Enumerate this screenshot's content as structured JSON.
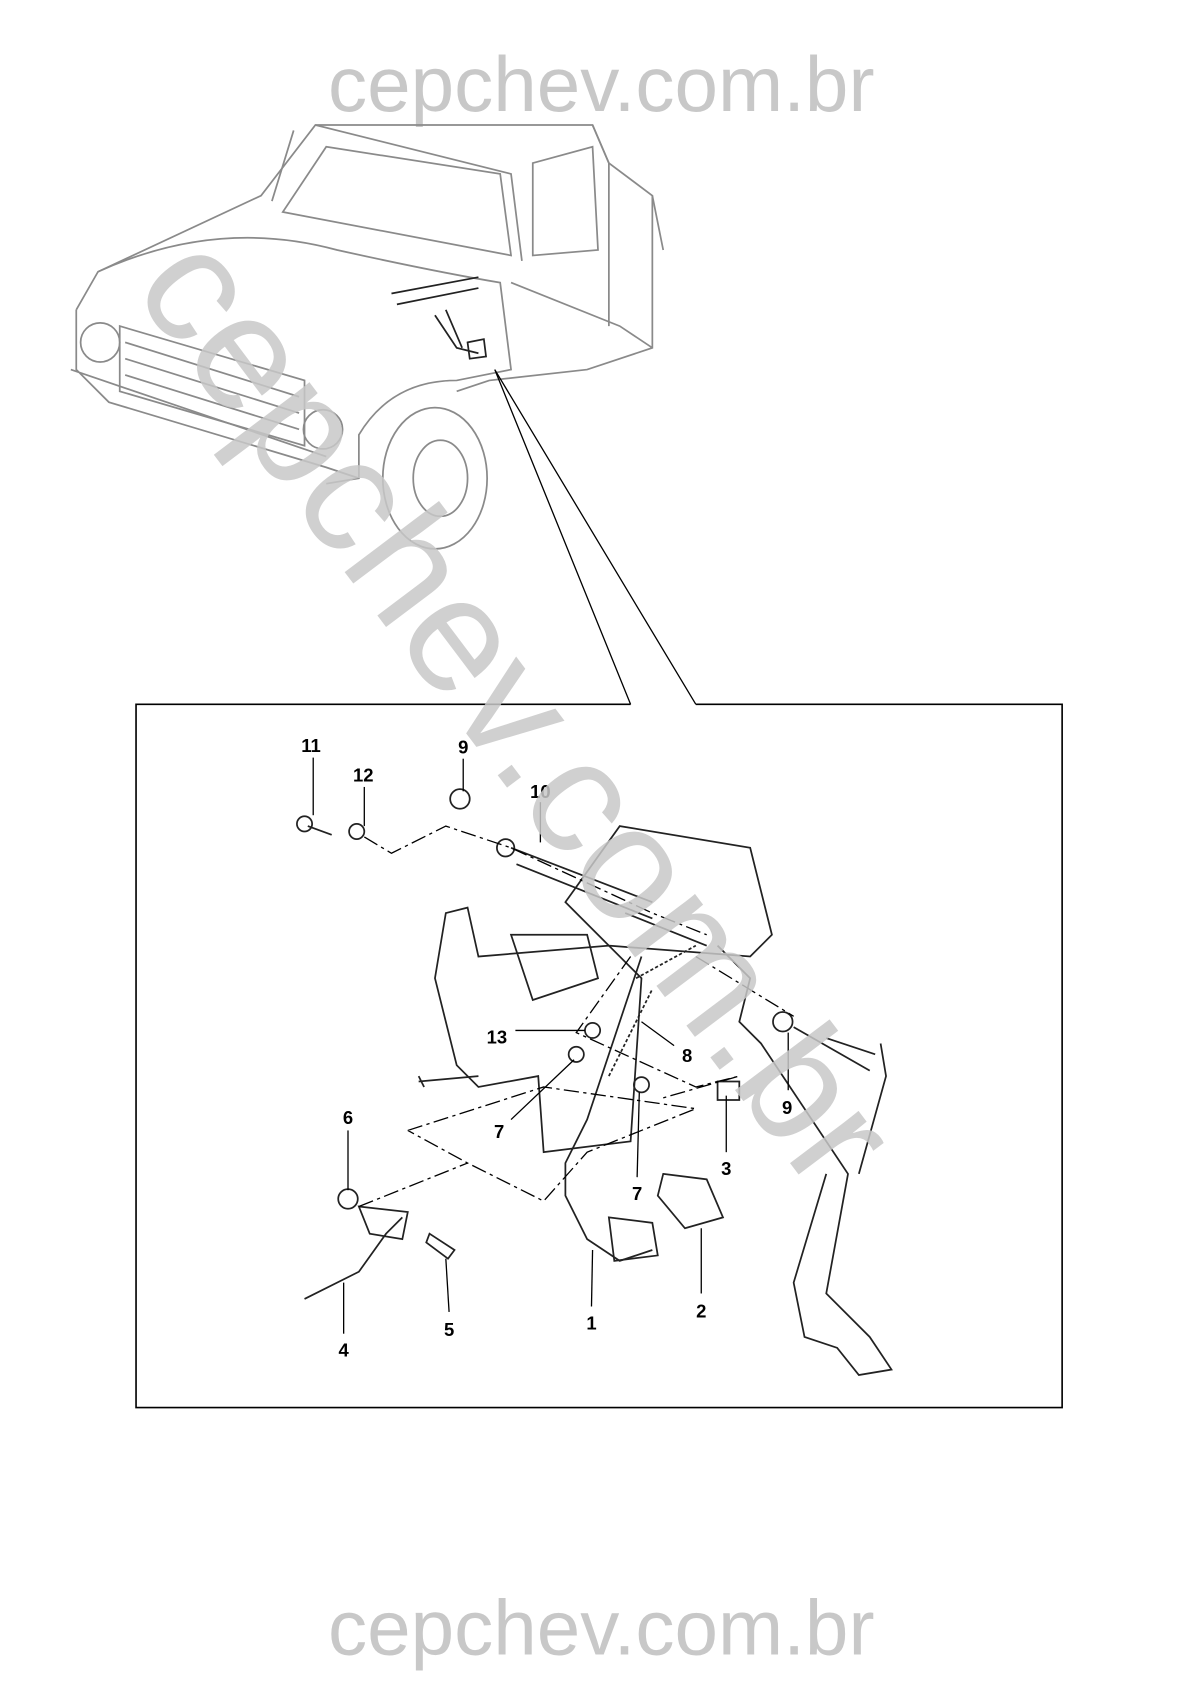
{
  "watermark": {
    "top": "cepchev.com.br",
    "bottom": "cepchev.com.br",
    "diagonal": "cepchev.com.br"
  },
  "callouts": {
    "c11": "11",
    "c12": "12",
    "c9a": "9",
    "c10": "10",
    "c13": "13",
    "c8": "8",
    "c9b": "9",
    "c7a": "7",
    "c3": "3",
    "c7b": "7",
    "c6": "6",
    "c1": "1",
    "c2": "2",
    "c4": "4",
    "c5": "5"
  }
}
